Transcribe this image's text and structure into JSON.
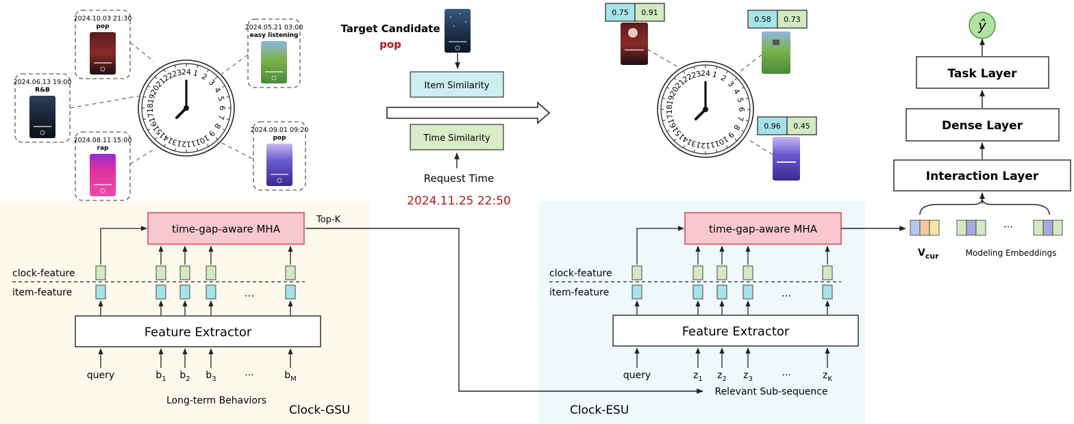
{
  "colors": {
    "gsu_bg": "#fdf9ec",
    "esu_bg": "#eff8fa",
    "mha_fill": "#f7c9cf",
    "mha_stroke": "#d05060",
    "item_sim_fill": "#cdeef1",
    "time_sim_fill": "#d9ecc8",
    "cyan_square": "#a6e3e8",
    "green_square": "#d2e9c3",
    "orange_square": "#f5c6a0",
    "yellow_square": "#f9e6a6",
    "blue_square": "#b9c9ee",
    "purple_square": "#a9a8dc",
    "red_text": "#b01818",
    "y_hat_fill": "#b2e3a0",
    "y_hat_stroke": "#4a9a3a"
  },
  "left_cards": [
    {
      "time": "2024.10.03 21:30",
      "genre": "pop",
      "icon": "album-cover-pop-icon"
    },
    {
      "time": "2024.05.21 03:00",
      "genre": "easy listening",
      "icon": "album-cover-landscape-icon"
    },
    {
      "time": "2024.06.13 19:00",
      "genre": "R&B",
      "icon": "album-cover-dark-icon"
    },
    {
      "time": "2024.08.11 15:00",
      "genre": "rap",
      "icon": "album-cover-pink-icon"
    },
    {
      "time": "2024.09.01 09:20",
      "genre": "pop",
      "icon": "album-cover-purple-icon"
    }
  ],
  "clock_numbers": [
    "24",
    "1",
    "2",
    "3",
    "4",
    "5",
    "6",
    "7",
    "8",
    "9",
    "10",
    "11",
    "12",
    "13",
    "14",
    "15",
    "16",
    "17",
    "18",
    "19",
    "20",
    "21",
    "22",
    "23"
  ],
  "target": {
    "label": "Target Candidate",
    "genre": "pop",
    "icon": "album-cover-starry-icon"
  },
  "item_similarity_label": "Item Similarity",
  "time_similarity_label": "Time Similarity",
  "request": {
    "label": "Request Time",
    "time": "2024.11.25 22:50"
  },
  "scores": [
    {
      "item": "0.75",
      "time": "0.91"
    },
    {
      "item": "0.58",
      "time": "0.73"
    },
    {
      "item": "0.96",
      "time": "0.45"
    }
  ],
  "top_stack": {
    "task_layer": "Task Layer",
    "dense_layer": "Dense Layer",
    "interaction_layer": "Interaction Layer",
    "y_hat": "ŷ",
    "v_cur": "V",
    "v_cur_sub": "cur",
    "modeling_embeddings": "Modeling Embeddings",
    "ellipsis": "···"
  },
  "gsu": {
    "mha_label": "time-gap-aware MHA",
    "top_k": "Top-K",
    "clock_feature": "clock-feature",
    "item_feature": "item-feature",
    "feature_extractor": "Feature Extractor",
    "inputs": [
      {
        "base": "query",
        "sub": ""
      },
      {
        "base": "b",
        "sub": "1"
      },
      {
        "base": "b",
        "sub": "2"
      },
      {
        "base": "b",
        "sub": "3"
      },
      {
        "base": "···",
        "sub": ""
      },
      {
        "base": "b",
        "sub": "M"
      }
    ],
    "dots": "···",
    "caption": "Long-term Behaviors",
    "name": "Clock-GSU"
  },
  "esu": {
    "mha_label": "time-gap-aware MHA",
    "clock_feature": "clock-feature",
    "item_feature": "item-feature",
    "feature_extractor": "Feature Extractor",
    "inputs": [
      {
        "base": "query",
        "sub": ""
      },
      {
        "base": "z",
        "sub": "1"
      },
      {
        "base": "z",
        "sub": "2"
      },
      {
        "base": "z",
        "sub": "3"
      },
      {
        "base": "···",
        "sub": ""
      },
      {
        "base": "z",
        "sub": "K"
      }
    ],
    "dots": "···",
    "caption": "Relevant Sub-sequence",
    "name": "Clock-ESU"
  }
}
